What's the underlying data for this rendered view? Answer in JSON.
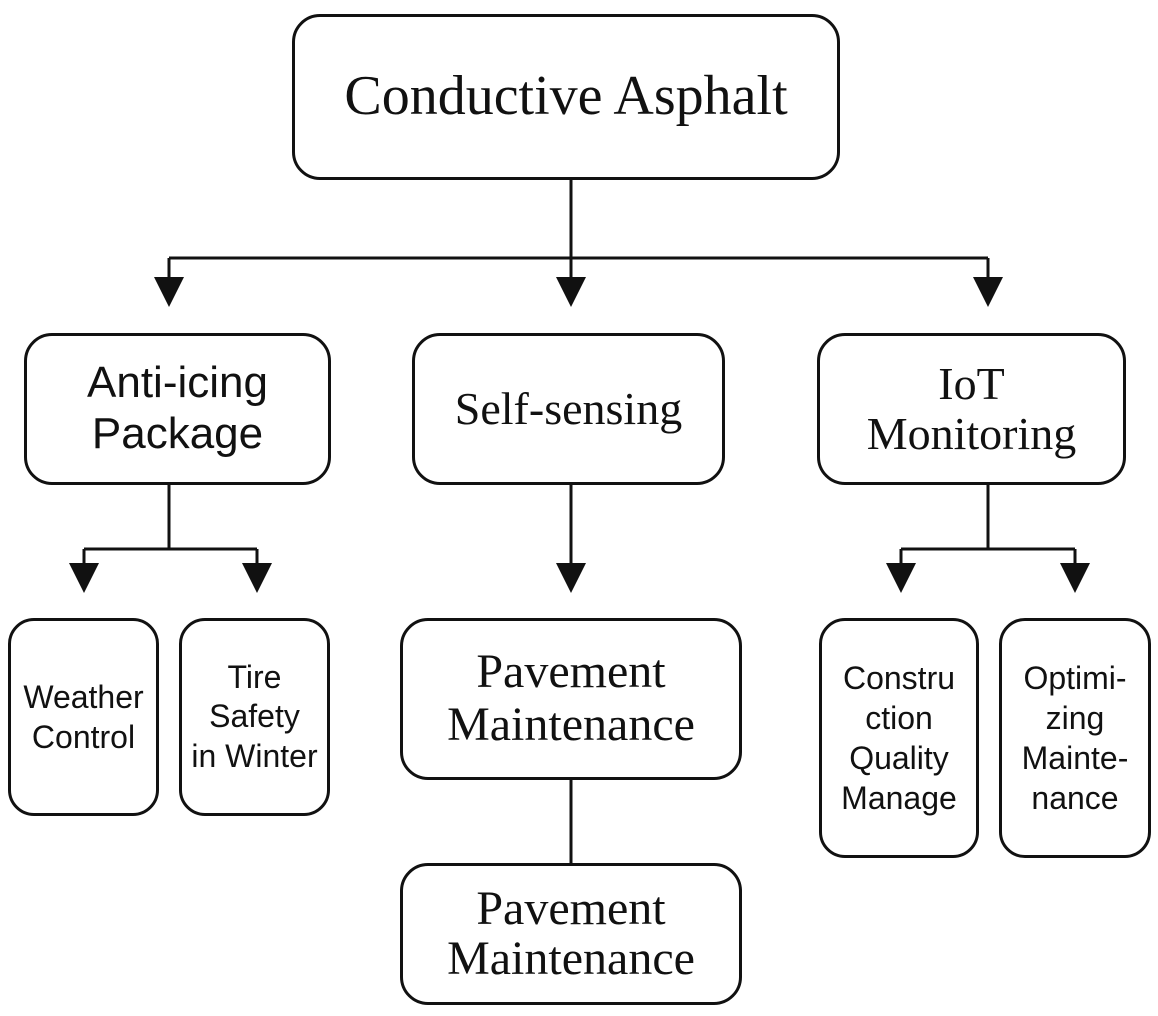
{
  "diagram": {
    "root": {
      "label": "Conductive Asphalt"
    },
    "branches": [
      {
        "label": "Anti-icing\nPackage",
        "children": [
          {
            "label": "Weather\nControl"
          },
          {
            "label": "Tire\nSafety\nin Winter"
          }
        ]
      },
      {
        "label": "Self-sensing",
        "children": [
          {
            "label": "Pavement\nMaintenance"
          },
          {
            "label": "Pavement\nMaintenance"
          }
        ]
      },
      {
        "label": "IoT\nMonitoring",
        "children": [
          {
            "label": "Constru\nction\nQuality\nManage"
          },
          {
            "label": "Optimi-\nzing\nMainte-\nnance"
          }
        ]
      }
    ],
    "colors": {
      "stroke": "#111111",
      "background": "#ffffff",
      "text": "#111111"
    }
  }
}
